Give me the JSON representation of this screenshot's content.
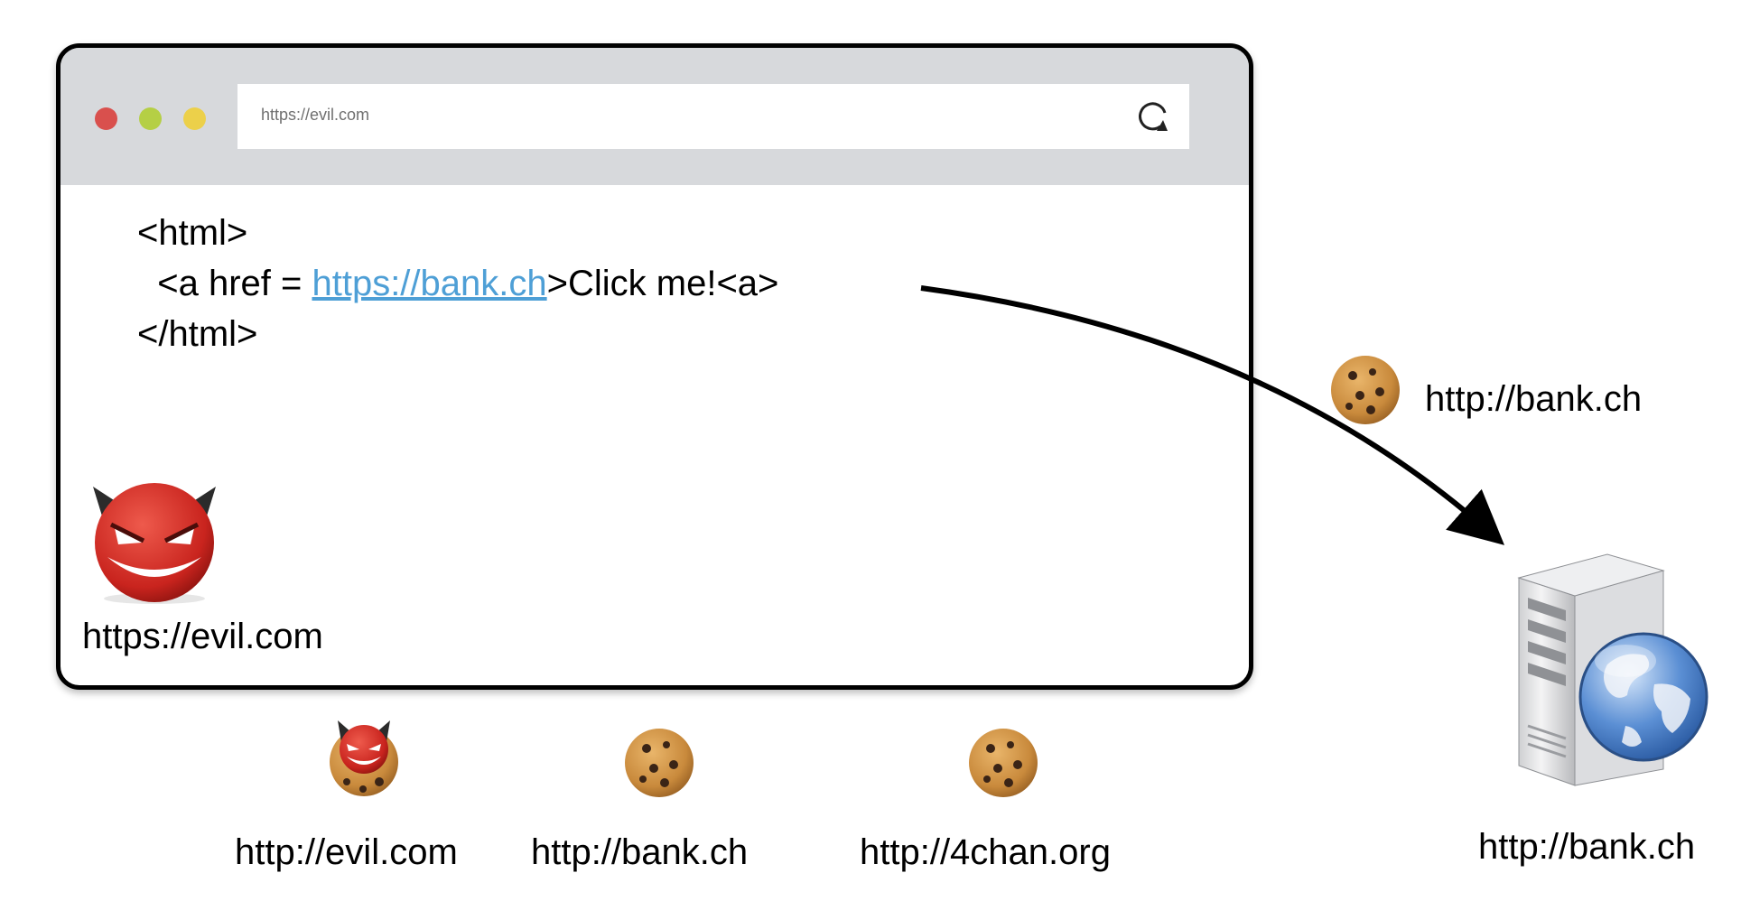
{
  "browser": {
    "url": "https://evil.com",
    "code": {
      "line1": "<html>",
      "line2_prefix": "  <a href = ",
      "line2_link": "https://bank.ch",
      "line2_suffix": ">Click me!<a>",
      "line3": "</html>"
    },
    "attacker_label": "https://evil.com"
  },
  "cookies": [
    {
      "label": "http://evil.com",
      "icon": "devil-cookie-icon"
    },
    {
      "label": "http://bank.ch",
      "icon": "cookie-icon"
    },
    {
      "label": "http://4chan.org",
      "icon": "cookie-icon"
    }
  ],
  "request": {
    "cookie_label": "http://bank.ch",
    "icon": "cookie-icon"
  },
  "server": {
    "label": "http://bank.ch",
    "icon": "web-server-icon"
  },
  "colors": {
    "link": "#4e9fd6",
    "window_close": "#d9504d",
    "window_min": "#b5cf45",
    "window_max": "#ecd04a",
    "devil": "#d8302a"
  }
}
